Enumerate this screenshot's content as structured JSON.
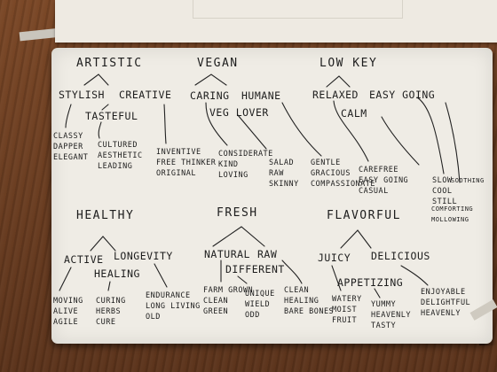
{
  "map": {
    "artistic": {
      "title": "ARTISTIC",
      "stylish": "STYLISH",
      "creative": "CREATIVE",
      "tasteful": "TASTEFUL",
      "leaf1": "CLASSY\nDAPPER\nELEGANT",
      "leaf2": "CULTURED\nAESTHETIC\nLEADING",
      "leaf3": "INVENTIVE\nFREE THINKER\nORIGINAL"
    },
    "vegan": {
      "title": "VEGAN",
      "caring": "CARING",
      "humane": "HUMANE",
      "veg_lover": "VEG LOVER",
      "leaf1": "CONSIDERATE\nKIND\nLOVING",
      "leaf2": "SALAD\nRAW\nSKINNY",
      "leaf3": "GENTLE\nGRACIOUS\nCOMPASSIONATE"
    },
    "low_key": {
      "title": "LOW KEY",
      "relaxed": "RELAXED",
      "easy_going": "EASY GOING",
      "calm": "CALM",
      "leaf1": "CAREFREE\nEASY GOING\nCASUAL",
      "leaf2": "SLOW\nCOOL\nSTILL",
      "leaf3": "SOOTHING",
      "leaf4": "COMFORTING\nMOLLOWING"
    },
    "healthy": {
      "title": "HEALTHY",
      "active": "ACTIVE",
      "longevity": "LONGEVITY",
      "healing": "HEALING",
      "leaf1": "MOVING\nALIVE\nAGILE",
      "leaf2": "CURING\nHERBS\nCURE",
      "leaf3": "ENDURANCE\nLONG LIVING\nOLD"
    },
    "fresh": {
      "title": "FRESH",
      "natural": "NATURAL",
      "raw": "RAW",
      "different": "DIFFERENT",
      "leaf1": "FARM GROWN\nCLEAN\nGREEN",
      "leaf2": "UNIQUE\nWIELD\nODD",
      "leaf3": "CLEAN\nHEALING\nBARE BONES"
    },
    "flavorful": {
      "title": "FLAVORFUL",
      "juicy": "JUICY",
      "delicious": "DELICIOUS",
      "appetizing": "APPETIZING",
      "leaf1": "WATERY\nMOIST\nFRUIT",
      "leaf2": "YUMMY\nHEAVENLY\nTASTY",
      "leaf3": "ENJOYABLE\nDELIGHTFUL\nHEAVENLY"
    }
  }
}
